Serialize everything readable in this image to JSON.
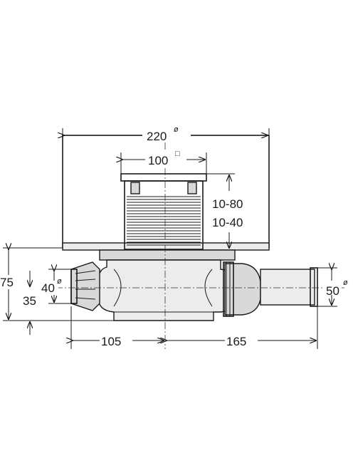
{
  "dimensions": {
    "grate_diameter": "220",
    "square_frame": "100",
    "height_range_1": "10-80",
    "height_range_2": "10-40",
    "inlet_height": "75",
    "outlet_axis_height": "35",
    "inlet_diameter": "40",
    "outlet_diameter": "50",
    "left_length": "105",
    "right_length": "165"
  },
  "symbols": {
    "diameter": "ø",
    "square": "□"
  }
}
